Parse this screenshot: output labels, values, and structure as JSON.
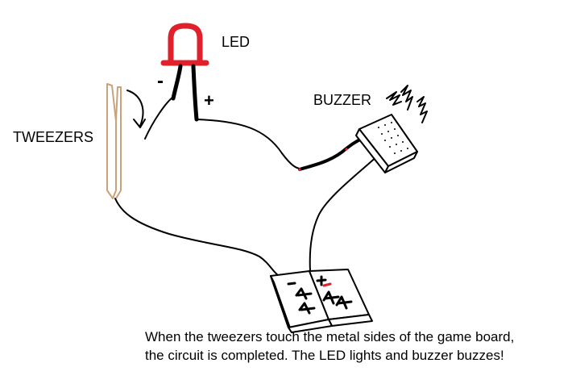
{
  "labels": {
    "led": "LED",
    "buzzer": "BUZZER",
    "tweezers": "TWEEZERS",
    "minus": "-",
    "plus": "+"
  },
  "caption": {
    "line1": "When the tweezers touch the metal sides of the game board,",
    "line2": "the circuit is completed.  The LED lights and buzzer buzzes!"
  },
  "colors": {
    "background": "#ffffff",
    "wire": "#000000",
    "led": "#e0202a",
    "tweezers": "#c9a27a",
    "board_mark": "#e0202a"
  },
  "icons": {
    "led": "led-icon",
    "buzzer": "buzzer-icon",
    "tweezers": "tweezers-icon",
    "game_board": "game-board-icon",
    "arrow": "curved-arrow-icon",
    "vibration": "sound-wave-icon"
  }
}
